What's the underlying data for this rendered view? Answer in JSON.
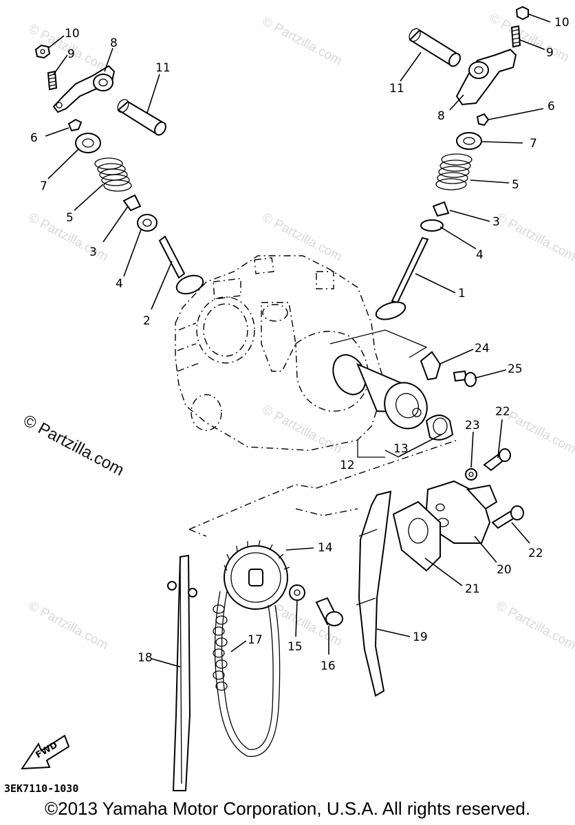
{
  "watermark": "© Partzilla.com",
  "diagram_labels": {
    "p1": "1",
    "p2": "2",
    "p3a": "3",
    "p3b": "3",
    "p4a": "4",
    "p4b": "4",
    "p5a": "5",
    "p5b": "5",
    "p6a": "6",
    "p6b": "6",
    "p7a": "7",
    "p7b": "7",
    "p8a": "8",
    "p8b": "8",
    "p9a": "9",
    "p9b": "9",
    "p10a": "10",
    "p10b": "10",
    "p11a": "11",
    "p11b": "11",
    "p12": "12",
    "p13": "13",
    "p14": "14",
    "p15": "15",
    "p16": "16",
    "p17": "17",
    "p18": "18",
    "p19": "19",
    "p20": "20",
    "p21": "21",
    "p22a": "22",
    "p22b": "22",
    "p23": "23",
    "p24": "24",
    "p25": "25"
  },
  "fwd_label": "FWD",
  "catalog_code": "3EK7110-1030",
  "copyright": "©2013 Yamaha Motor Corporation, U.S.A. All rights reserved."
}
